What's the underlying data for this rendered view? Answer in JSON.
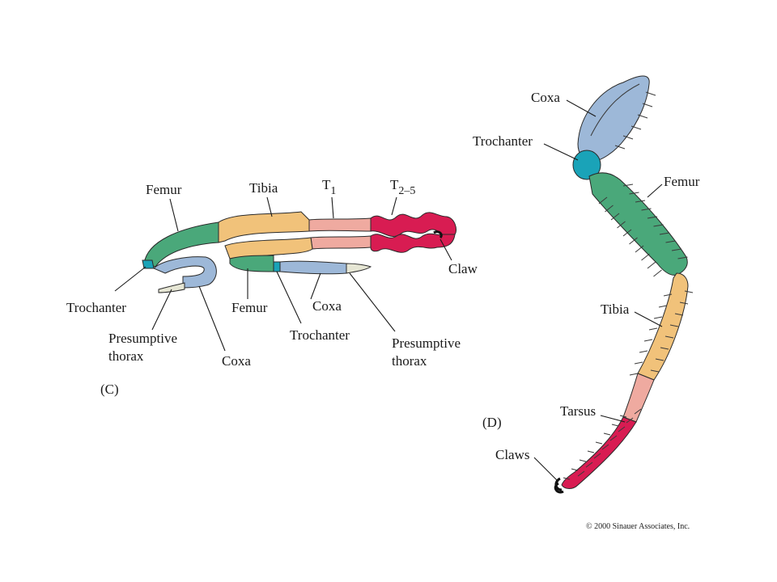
{
  "panel_c": {
    "panel_label": "(C)",
    "labels": {
      "femur_top": "Femur",
      "tibia": "Tibia",
      "t1_main": "T",
      "t1_sub": "1",
      "t25_main": "T",
      "t25_sub": "2–5",
      "claw": "Claw",
      "trochanter_left": "Trochanter",
      "presumptive_left_1": "Presumptive",
      "presumptive_left_2": "thorax",
      "coxa_left": "Coxa",
      "femur_bottom": "Femur",
      "coxa_mid": "Coxa",
      "trochanter_mid": "Trochanter",
      "presumptive_right_1": "Presumptive",
      "presumptive_right_2": "thorax"
    }
  },
  "panel_d": {
    "panel_label": "(D)",
    "labels": {
      "coxa": "Coxa",
      "trochanter": "Trochanter",
      "femur": "Femur",
      "tibia": "Tibia",
      "tarsus": "Tarsus",
      "claws": "Claws"
    }
  },
  "copyright": "© 2000 Sinauer Associates, Inc.",
  "colors": {
    "coxa": "#9db8d8",
    "trochanter": "#1aa3b8",
    "femur": "#4aa87a",
    "tibia": "#f1c27a",
    "t1": "#efaaa0",
    "tarsus": "#d81c52",
    "thorax": "#e6e6d4"
  }
}
